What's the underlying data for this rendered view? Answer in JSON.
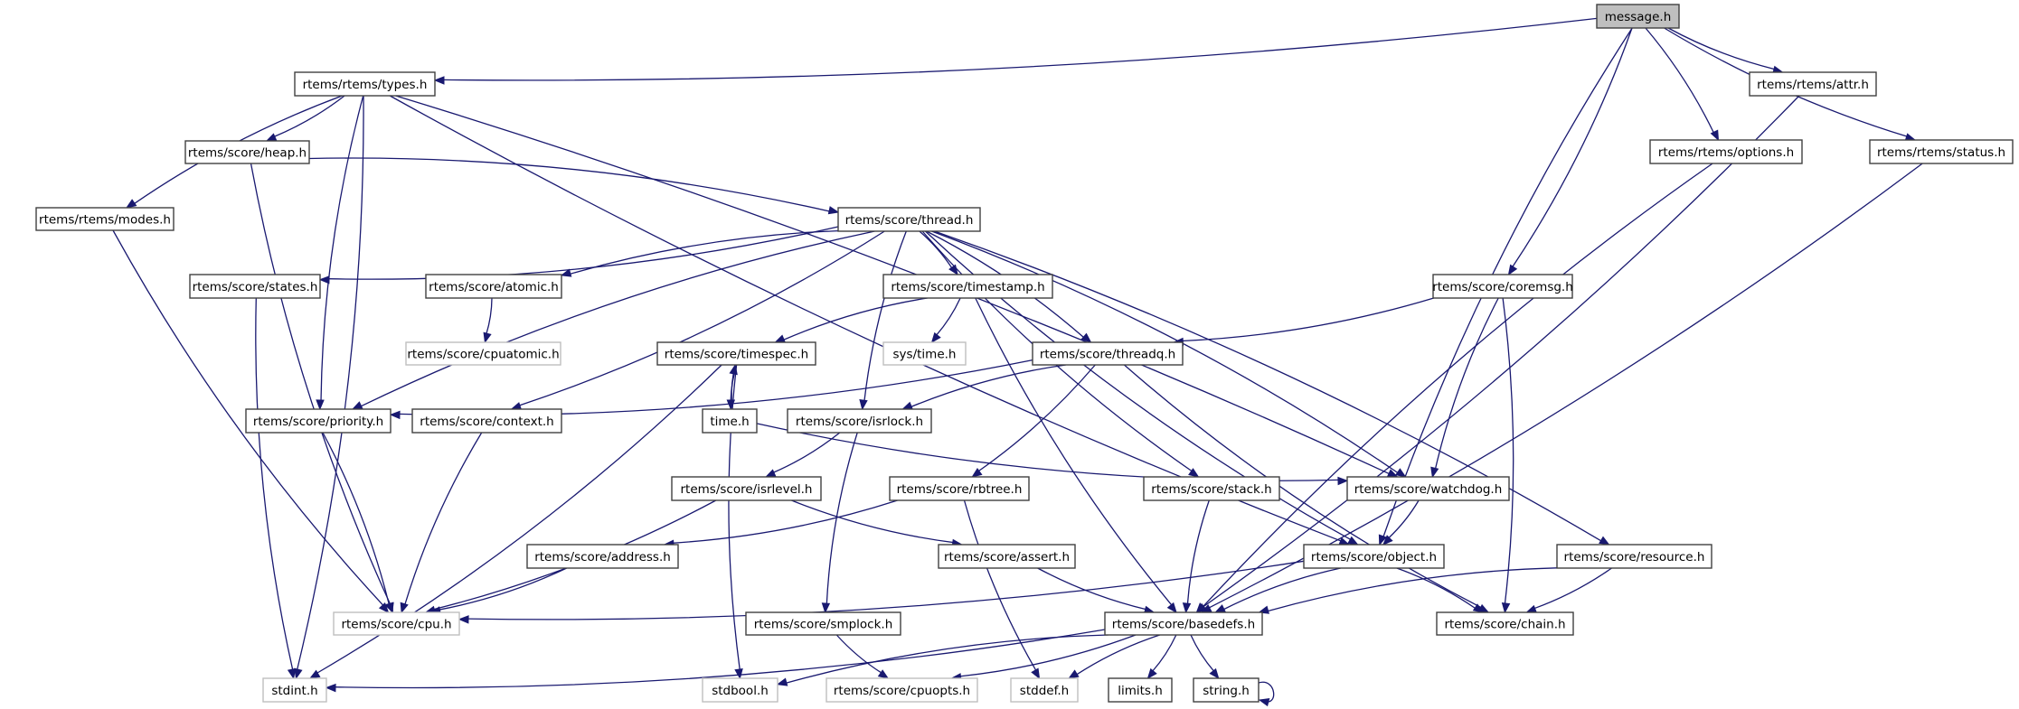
{
  "title": "message.h",
  "colors": {
    "edge": "#191970",
    "root_fill": "#bfbfbf",
    "node_border": "#404040",
    "external_border": "#bfbfbf"
  },
  "nodes": [
    {
      "id": "message",
      "label": "message.h",
      "kind": "root"
    },
    {
      "id": "types",
      "label": "rtems/rtems/types.h",
      "kind": "normal"
    },
    {
      "id": "attr",
      "label": "rtems/rtems/attr.h",
      "kind": "normal"
    },
    {
      "id": "heap",
      "label": "rtems/score/heap.h",
      "kind": "normal"
    },
    {
      "id": "options",
      "label": "rtems/rtems/options.h",
      "kind": "normal"
    },
    {
      "id": "status",
      "label": "rtems/rtems/status.h",
      "kind": "normal"
    },
    {
      "id": "modes",
      "label": "rtems/rtems/modes.h",
      "kind": "normal"
    },
    {
      "id": "thread",
      "label": "rtems/score/thread.h",
      "kind": "normal"
    },
    {
      "id": "states",
      "label": "rtems/score/states.h",
      "kind": "normal"
    },
    {
      "id": "atomic",
      "label": "rtems/score/atomic.h",
      "kind": "normal"
    },
    {
      "id": "timestamp",
      "label": "rtems/score/timestamp.h",
      "kind": "normal"
    },
    {
      "id": "coremsg",
      "label": "rtems/score/coremsg.h",
      "kind": "normal"
    },
    {
      "id": "cpuatomic",
      "label": "rtems/score/cpuatomic.h",
      "kind": "external"
    },
    {
      "id": "timespec",
      "label": "rtems/score/timespec.h",
      "kind": "normal"
    },
    {
      "id": "systime",
      "label": "sys/time.h",
      "kind": "external"
    },
    {
      "id": "threadq",
      "label": "rtems/score/threadq.h",
      "kind": "normal"
    },
    {
      "id": "priority",
      "label": "rtems/score/priority.h",
      "kind": "normal"
    },
    {
      "id": "context",
      "label": "rtems/score/context.h",
      "kind": "normal"
    },
    {
      "id": "timeh",
      "label": "time.h",
      "kind": "normal"
    },
    {
      "id": "isrlock",
      "label": "rtems/score/isrlock.h",
      "kind": "normal"
    },
    {
      "id": "isrlevel",
      "label": "rtems/score/isrlevel.h",
      "kind": "normal"
    },
    {
      "id": "rbtree",
      "label": "rtems/score/rbtree.h",
      "kind": "normal"
    },
    {
      "id": "stack",
      "label": "rtems/score/stack.h",
      "kind": "normal"
    },
    {
      "id": "watchdog",
      "label": "rtems/score/watchdog.h",
      "kind": "normal"
    },
    {
      "id": "address",
      "label": "rtems/score/address.h",
      "kind": "normal"
    },
    {
      "id": "assert",
      "label": "rtems/score/assert.h",
      "kind": "normal"
    },
    {
      "id": "object",
      "label": "rtems/score/object.h",
      "kind": "normal"
    },
    {
      "id": "resource",
      "label": "rtems/score/resource.h",
      "kind": "normal"
    },
    {
      "id": "cpu",
      "label": "rtems/score/cpu.h",
      "kind": "external"
    },
    {
      "id": "smplock",
      "label": "rtems/score/smplock.h",
      "kind": "normal"
    },
    {
      "id": "basedefs",
      "label": "rtems/score/basedefs.h",
      "kind": "normal"
    },
    {
      "id": "chain",
      "label": "rtems/score/chain.h",
      "kind": "normal"
    },
    {
      "id": "stdint",
      "label": "stdint.h",
      "kind": "external"
    },
    {
      "id": "stdbool",
      "label": "stdbool.h",
      "kind": "external"
    },
    {
      "id": "cpuopts",
      "label": "rtems/score/cpuopts.h",
      "kind": "external"
    },
    {
      "id": "stddef",
      "label": "stddef.h",
      "kind": "external"
    },
    {
      "id": "limits",
      "label": "limits.h",
      "kind": "normal"
    },
    {
      "id": "string",
      "label": "string.h",
      "kind": "normal"
    }
  ],
  "edges": [
    {
      "from": "message",
      "to": "types"
    },
    {
      "from": "message",
      "to": "attr"
    },
    {
      "from": "message",
      "to": "options"
    },
    {
      "from": "message",
      "to": "status"
    },
    {
      "from": "message",
      "to": "coremsg"
    },
    {
      "from": "message",
      "to": "object"
    },
    {
      "from": "types",
      "to": "heap"
    },
    {
      "from": "types",
      "to": "modes"
    },
    {
      "from": "types",
      "to": "stdint"
    },
    {
      "from": "types",
      "to": "priority"
    },
    {
      "from": "types",
      "to": "watchdog"
    },
    {
      "from": "types",
      "to": "object"
    },
    {
      "from": "attr",
      "to": "basedefs"
    },
    {
      "from": "options",
      "to": "basedefs"
    },
    {
      "from": "status",
      "to": "basedefs"
    },
    {
      "from": "modes",
      "to": "cpu"
    },
    {
      "from": "heap",
      "to": "thread"
    },
    {
      "from": "heap",
      "to": "cpu"
    },
    {
      "from": "thread",
      "to": "states"
    },
    {
      "from": "thread",
      "to": "atomic"
    },
    {
      "from": "thread",
      "to": "timestamp"
    },
    {
      "from": "thread",
      "to": "priority"
    },
    {
      "from": "thread",
      "to": "context"
    },
    {
      "from": "thread",
      "to": "isrlock"
    },
    {
      "from": "thread",
      "to": "threadq"
    },
    {
      "from": "thread",
      "to": "stack"
    },
    {
      "from": "thread",
      "to": "watchdog"
    },
    {
      "from": "thread",
      "to": "object"
    },
    {
      "from": "thread",
      "to": "resource"
    },
    {
      "from": "states",
      "to": "stdint"
    },
    {
      "from": "atomic",
      "to": "cpuatomic"
    },
    {
      "from": "timestamp",
      "to": "timespec"
    },
    {
      "from": "timestamp",
      "to": "systime"
    },
    {
      "from": "timestamp",
      "to": "basedefs"
    },
    {
      "from": "coremsg",
      "to": "threadq"
    },
    {
      "from": "coremsg",
      "to": "watchdog"
    },
    {
      "from": "coremsg",
      "to": "chain"
    },
    {
      "from": "timespec",
      "to": "timeh"
    },
    {
      "from": "timespec",
      "to": "stdint"
    },
    {
      "from": "timespec",
      "to": "stdbool"
    },
    {
      "from": "timeh",
      "to": "timespec"
    },
    {
      "from": "timeh",
      "to": "watchdog"
    },
    {
      "from": "threadq",
      "to": "priority"
    },
    {
      "from": "threadq",
      "to": "isrlock"
    },
    {
      "from": "threadq",
      "to": "rbtree"
    },
    {
      "from": "threadq",
      "to": "chain"
    },
    {
      "from": "priority",
      "to": "cpu"
    },
    {
      "from": "context",
      "to": "cpu"
    },
    {
      "from": "isrlock",
      "to": "isrlevel"
    },
    {
      "from": "isrlock",
      "to": "smplock"
    },
    {
      "from": "isrlevel",
      "to": "cpu"
    },
    {
      "from": "isrlevel",
      "to": "assert"
    },
    {
      "from": "rbtree",
      "to": "address"
    },
    {
      "from": "rbtree",
      "to": "stddef"
    },
    {
      "from": "address",
      "to": "cpu"
    },
    {
      "from": "stack",
      "to": "basedefs"
    },
    {
      "from": "watchdog",
      "to": "object"
    },
    {
      "from": "assert",
      "to": "basedefs"
    },
    {
      "from": "object",
      "to": "cpu"
    },
    {
      "from": "object",
      "to": "basedefs"
    },
    {
      "from": "object",
      "to": "chain"
    },
    {
      "from": "resource",
      "to": "basedefs"
    },
    {
      "from": "resource",
      "to": "chain"
    },
    {
      "from": "smplock",
      "to": "cpuopts"
    },
    {
      "from": "basedefs",
      "to": "stdint"
    },
    {
      "from": "basedefs",
      "to": "stdbool"
    },
    {
      "from": "basedefs",
      "to": "cpuopts"
    },
    {
      "from": "basedefs",
      "to": "stddef"
    },
    {
      "from": "basedefs",
      "to": "limits"
    },
    {
      "from": "basedefs",
      "to": "string"
    },
    {
      "from": "string",
      "to": "string"
    }
  ]
}
